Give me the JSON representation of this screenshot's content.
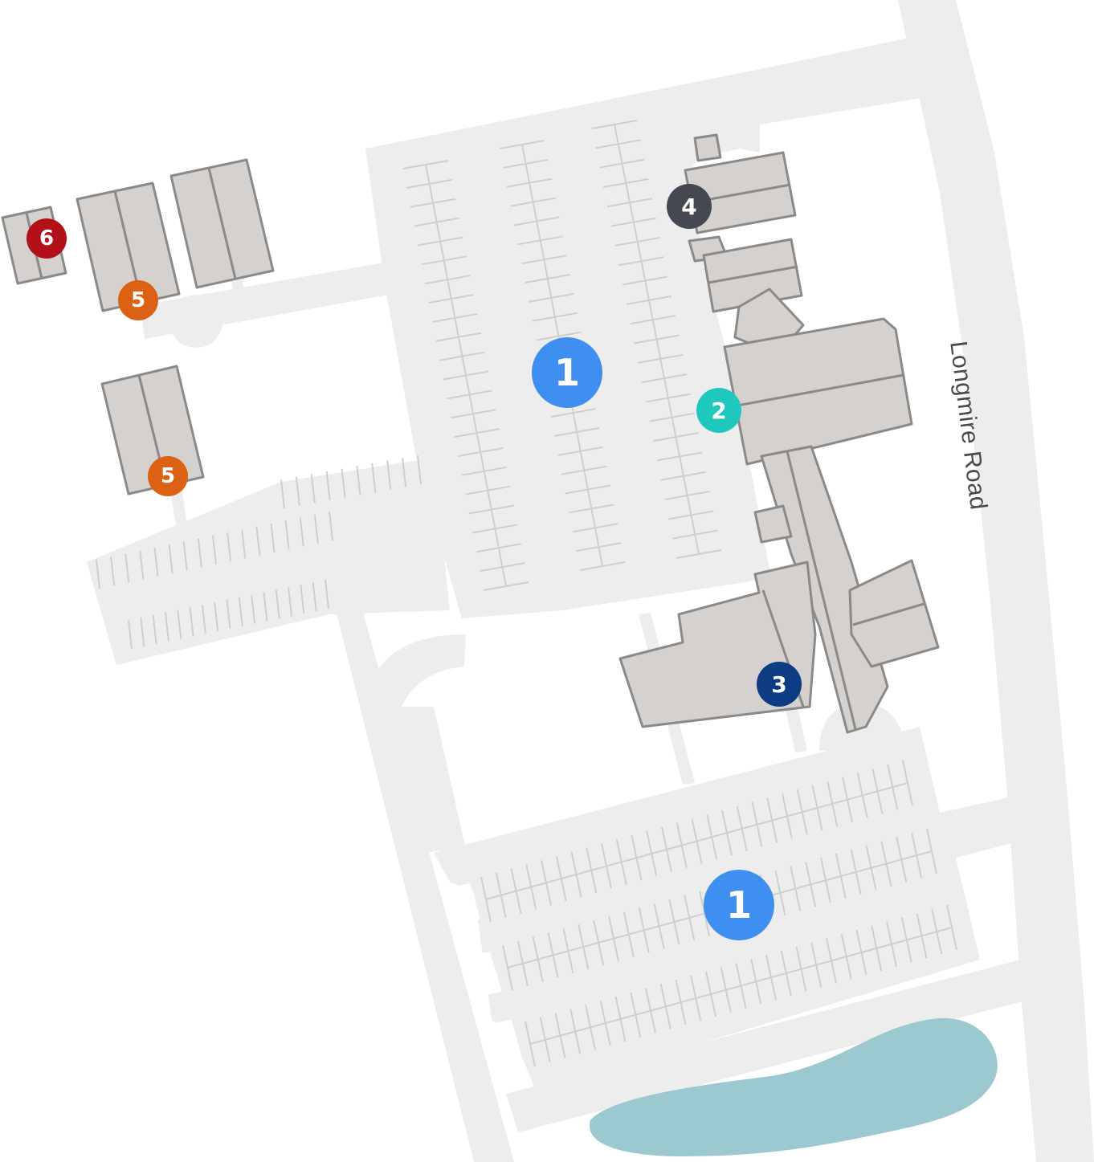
{
  "map": {
    "road_label": "Longmire Road",
    "colors": {
      "background": "#ffffff",
      "road": "#ededed",
      "parking": "#ededed",
      "parking_lines": "#cfcfcf",
      "building_fill": "#d4d1ce",
      "building_stroke": "#8a8a8a",
      "water": "#9bc9cf"
    }
  },
  "markers": [
    {
      "id": "lot-top",
      "label": "1",
      "color": "#3f8ff0",
      "kind": "parking"
    },
    {
      "id": "lot-bottom",
      "label": "1",
      "color": "#3f8ff0",
      "kind": "parking"
    },
    {
      "id": "entrance",
      "label": "2",
      "color": "#1fc7bd",
      "kind": "building"
    },
    {
      "id": "south-wing",
      "label": "3",
      "color": "#0d3c82",
      "kind": "building"
    },
    {
      "id": "north-wing",
      "label": "4",
      "color": "#454850",
      "kind": "building"
    },
    {
      "id": "west-a",
      "label": "5",
      "color": "#dc6114",
      "kind": "building"
    },
    {
      "id": "west-b",
      "label": "5",
      "color": "#dc6114",
      "kind": "building"
    },
    {
      "id": "far-west",
      "label": "6",
      "color": "#b3111a",
      "kind": "building"
    }
  ]
}
